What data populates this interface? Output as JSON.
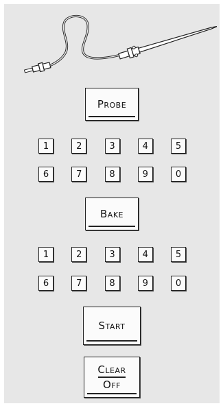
{
  "probe": {
    "image": "meat-probe-icon"
  },
  "probe_button": {
    "label": "Probe"
  },
  "probe_keypad": {
    "row1": [
      "1",
      "2",
      "3",
      "4",
      "5"
    ],
    "row2": [
      "6",
      "7",
      "8",
      "9",
      "0"
    ]
  },
  "bake_button": {
    "label": "Bake"
  },
  "bake_keypad": {
    "row1": [
      "1",
      "2",
      "3",
      "4",
      "5"
    ],
    "row2": [
      "6",
      "7",
      "8",
      "9",
      "0"
    ]
  },
  "start_button": {
    "label": "Start"
  },
  "clear_off_button": {
    "top": "Clear",
    "bottom": "Off"
  }
}
